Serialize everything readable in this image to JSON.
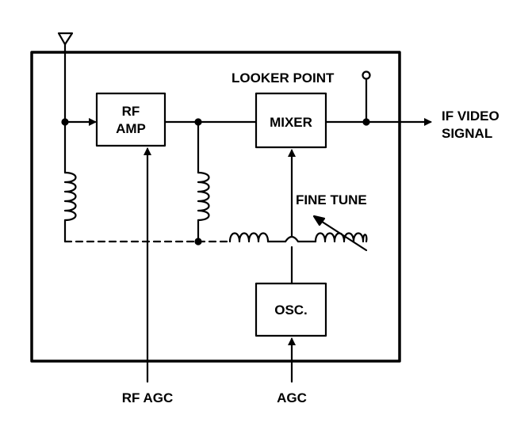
{
  "diagram": {
    "blocks": {
      "rf_amp": [
        "RF",
        "AMP"
      ],
      "mixer": "MIXER",
      "osc": "OSC."
    },
    "labels": {
      "looker_point": "LOOKER POINT",
      "if_video": [
        "IF VIDEO",
        "SIGNAL"
      ],
      "fine_tune": "FINE TUNE",
      "rf_agc": "RF AGC",
      "agc": "AGC"
    }
  }
}
